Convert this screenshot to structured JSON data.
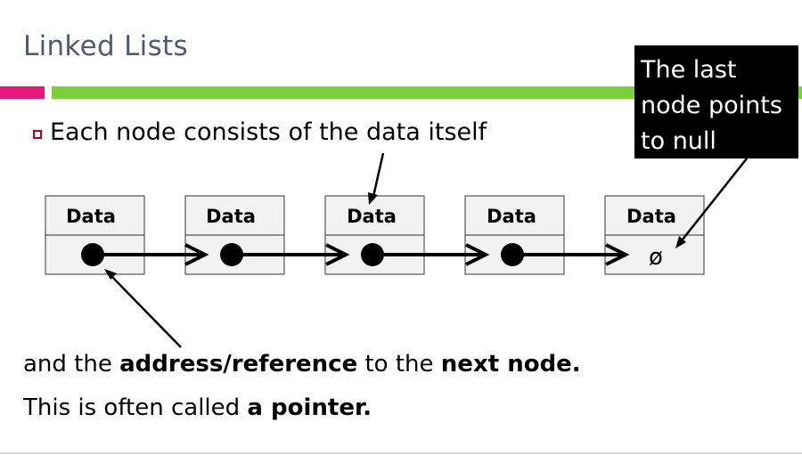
{
  "slide": {
    "title": "Linked Lists",
    "callout": [
      "The last",
      "node points",
      "to null"
    ],
    "bullet": "Each node consists of the data itself",
    "line1": {
      "a": "and the ",
      "b": "address/reference",
      "c": " to the ",
      "d": "next node."
    },
    "line2": {
      "a": "This is often called ",
      "b": "a pointer."
    },
    "colors": {
      "title": "#54596d",
      "accent_pink": "#e8177c",
      "accent_green": "#7ad03a",
      "bullet_icon": "#b5001f",
      "node_fill": "#f2f2f2"
    },
    "icons": {
      "bullet": "square-bullet-icon"
    }
  },
  "nodes": [
    {
      "label": "Data",
      "pointer": "dot"
    },
    {
      "label": "Data",
      "pointer": "dot"
    },
    {
      "label": "Data",
      "pointer": "dot"
    },
    {
      "label": "Data",
      "pointer": "dot"
    },
    {
      "label": "Data",
      "pointer": "null",
      "null_symbol": "ø"
    }
  ]
}
